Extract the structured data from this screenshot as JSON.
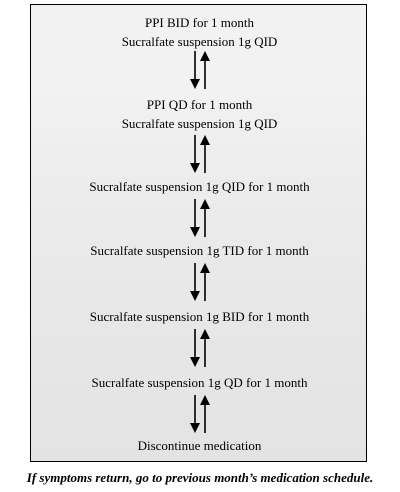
{
  "steps": [
    {
      "lines": [
        "PPI BID for 1 month",
        "Sucralfate  suspension  1g  QID"
      ]
    },
    {
      "lines": [
        "PPI QD for 1 month",
        "Sucralfate  suspension  1g  QID"
      ]
    },
    {
      "lines": [
        "Sucralfate  suspension  1g  QID for 1 month"
      ]
    },
    {
      "lines": [
        "Sucralfate  suspension  1g  TID for 1 month"
      ]
    },
    {
      "lines": [
        "Sucralfate  suspension  1g  BID for 1 month"
      ]
    },
    {
      "lines": [
        "Sucralfate  suspension  1g  QD for 1 month"
      ]
    },
    {
      "lines": [
        "Discontinue medication"
      ]
    }
  ],
  "caption": "If symptoms return, go to previous month’s medication schedule.",
  "colors": {
    "border": "#000000",
    "box_top": "#f2f2f2",
    "box_bottom": "#e3e3e3",
    "arrow": "#000000"
  },
  "arrow_icon": "bidirectional-arrow-icon"
}
